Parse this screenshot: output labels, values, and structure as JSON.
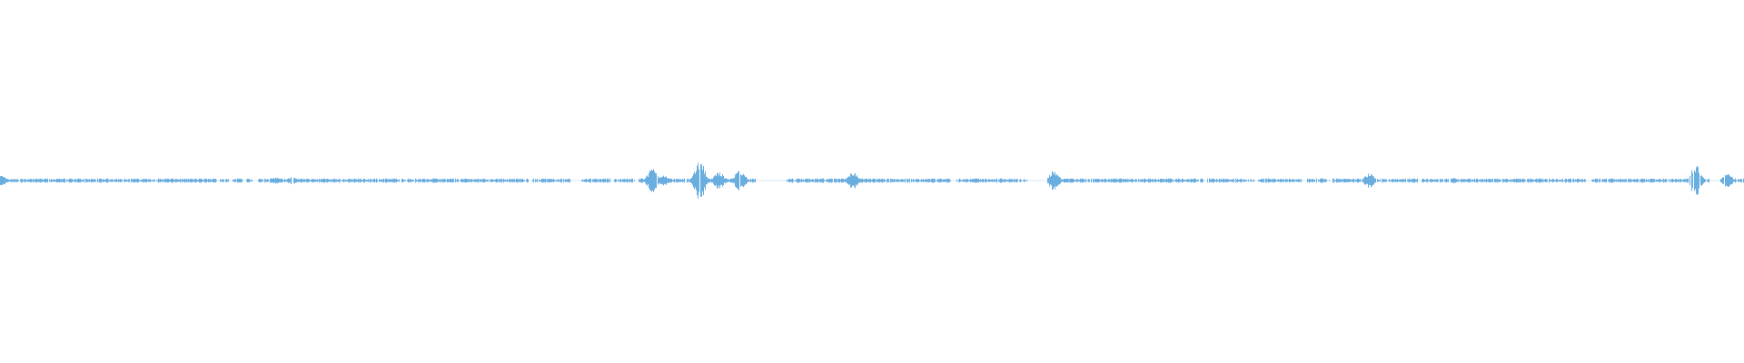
{
  "waveform": {
    "color": "#6aaee0",
    "background": "#ffffff",
    "baseline_amplitude": 0.012,
    "bursts": [
      {
        "at": 0.0005,
        "amplitude": 0.03
      },
      {
        "at": 0.158,
        "amplitude": 0.018
      },
      {
        "at": 0.167,
        "amplitude": 0.022
      },
      {
        "at": 0.374,
        "amplitude": 0.07
      },
      {
        "at": 0.38,
        "amplitude": 0.035
      },
      {
        "at": 0.401,
        "amplitude": 0.12
      },
      {
        "at": 0.412,
        "amplitude": 0.05
      },
      {
        "at": 0.424,
        "amplitude": 0.06
      },
      {
        "at": 0.489,
        "amplitude": 0.05
      },
      {
        "at": 0.604,
        "amplitude": 0.055
      },
      {
        "at": 0.785,
        "amplitude": 0.04
      },
      {
        "at": 0.833,
        "amplitude": 0.015
      },
      {
        "at": 0.972,
        "amplitude": 0.09
      },
      {
        "at": 0.99,
        "amplitude": 0.04
      }
    ],
    "gaps": [
      [
        0.124,
        0.126
      ],
      [
        0.131,
        0.133
      ],
      [
        0.139,
        0.141
      ],
      [
        0.145,
        0.147
      ],
      [
        0.303,
        0.305
      ],
      [
        0.327,
        0.333
      ],
      [
        0.35,
        0.352
      ],
      [
        0.364,
        0.366
      ],
      [
        0.433,
        0.451
      ],
      [
        0.545,
        0.548
      ],
      [
        0.589,
        0.6
      ],
      [
        0.69,
        0.692
      ],
      [
        0.719,
        0.721
      ],
      [
        0.746,
        0.749
      ],
      [
        0.762,
        0.764
      ],
      [
        0.813,
        0.815
      ],
      [
        0.909,
        0.912
      ],
      [
        0.98,
        0.986
      ]
    ]
  }
}
